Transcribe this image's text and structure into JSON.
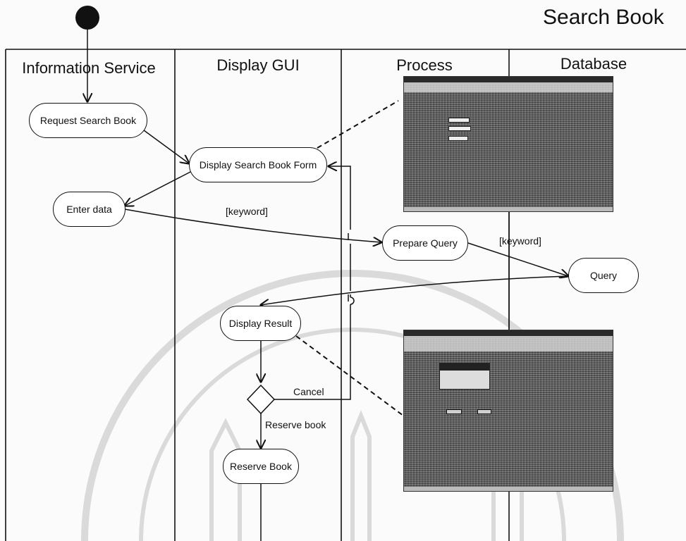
{
  "title": "Search Book",
  "lanes": [
    "Information Service",
    "Display GUI",
    "Process",
    "Database"
  ],
  "nodes": {
    "request_search_book": "Request Search Book",
    "display_search_book_form": "Display Search Book Form",
    "enter_data": "Enter data",
    "prepare_query": "Prepare Query",
    "query": "Query",
    "display_result": "Display Result",
    "reserve_book": "Reserve Book"
  },
  "edge_labels": {
    "keyword_1": "[keyword]",
    "keyword_2": "[keyword]",
    "cancel": "Cancel",
    "reserve_book": "Reserve book"
  }
}
